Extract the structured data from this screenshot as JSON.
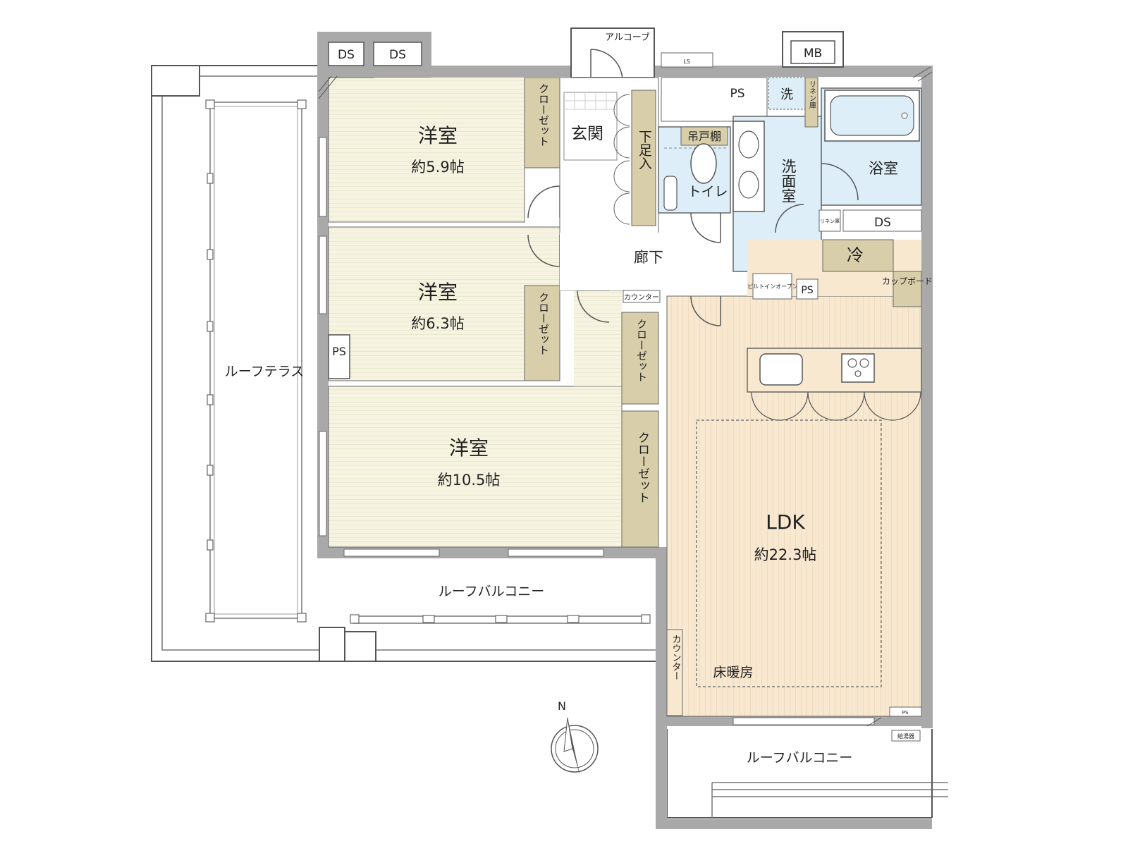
{
  "colors": {
    "wall": "#a9a9a9",
    "bedroom_floor": "#f6f4e1",
    "ldk_floor": "#f8e8d0",
    "wet_area": "#ddeef8",
    "closet": "#d8ceaa",
    "line": "#555555"
  },
  "rooms": {
    "bedroom1": {
      "name": "洋室",
      "size": "約5.9帖"
    },
    "bedroom2": {
      "name": "洋室",
      "size": "約6.3帖"
    },
    "bedroom3": {
      "name": "洋室",
      "size": "約10.5帖"
    },
    "ldk": {
      "name": "LDK",
      "size": "約22.3帖"
    },
    "entrance": "玄関",
    "hallway": "廊下",
    "toilet": "トイレ",
    "washroom": "洗面室",
    "bathroom": "浴室",
    "shoe_closet": "下足入",
    "floor_heating": "床暖房",
    "fridge": "冷",
    "cupboard": "カップボード",
    "oven": "ビルトインオーブン",
    "hanging_shelf": "吊戸棚",
    "linen": "リネン庫",
    "linen_small": "リネン庫",
    "washer": "洗",
    "alcove": "アルコーブ"
  },
  "outdoor": {
    "roof_terrace": "ルーフテラス",
    "roof_balcony_top": "ルーフバルコニー",
    "roof_balcony_bottom": "ルーフバルコニー"
  },
  "labels": {
    "closet": "クローゼット",
    "counter": "カウンター",
    "ds": "DS",
    "ps": "PS",
    "mb": "MB",
    "ls": "LS",
    "water_heater": "給湯器",
    "compass_n": "N"
  }
}
